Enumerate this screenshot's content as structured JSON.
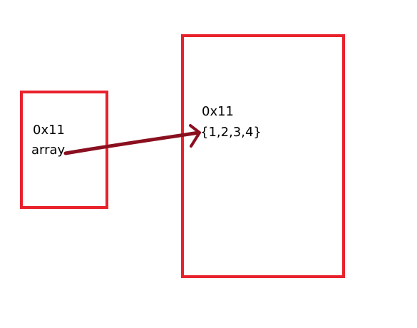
{
  "stack": {
    "address": "0x11",
    "variable": "array"
  },
  "heap": {
    "address": "0x11",
    "value": "{1,2,3,4}"
  },
  "colors": {
    "box_border": "#e8222c",
    "arrow": "#8a0f1f",
    "text": "#000000"
  }
}
